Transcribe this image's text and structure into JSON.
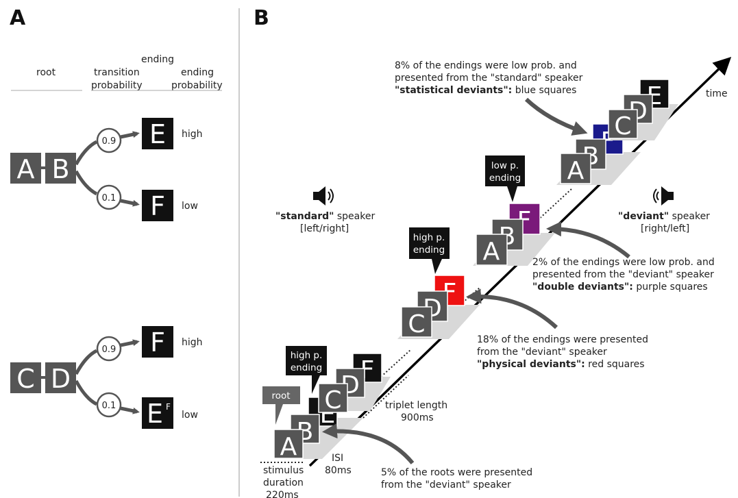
{
  "panels": {
    "a": "A",
    "b": "B"
  },
  "panel_a": {
    "col_root": "root",
    "col_transition": [
      "transition",
      "probability"
    ],
    "col_ending_top": "ending",
    "col_ending": [
      "ending",
      "probability"
    ],
    "tree1": {
      "root": [
        "A",
        "B"
      ],
      "p_high": "0.9",
      "p_low": "0.1",
      "end_high": "E",
      "end_low": "F",
      "lbl_high": "high",
      "lbl_low": "low"
    },
    "tree2": {
      "root": [
        "C",
        "D"
      ],
      "p_high": "0.9",
      "p_low": "0.1",
      "end_high": "F",
      "end_low": "E",
      "end_low_small": "F",
      "lbl_high": "high",
      "lbl_low": "low"
    }
  },
  "panel_b": {
    "time_label": "time",
    "standard_speaker": {
      "name": "\"standard\"",
      "rest": " speaker",
      "side": "[left/right]"
    },
    "deviant_speaker": {
      "name": "\"deviant\"",
      "rest": " speaker",
      "side": "[right/left]"
    },
    "bubbles": {
      "root": "root",
      "high1": [
        "high p.",
        "ending"
      ],
      "high2": [
        "high p.",
        "ending"
      ],
      "low": [
        "low p.",
        "ending"
      ]
    },
    "triplets": [
      {
        "letters": [
          "A",
          "B",
          "E"
        ]
      },
      {
        "letters": [
          "C",
          "D",
          "F"
        ]
      },
      {
        "letters": [
          "C",
          "D",
          "F"
        ]
      },
      {
        "letters": [
          "A",
          "B",
          "F"
        ]
      },
      {
        "letters": [
          "A",
          "B",
          "F"
        ]
      },
      {
        "letters": [
          "C",
          "D",
          "E"
        ]
      }
    ],
    "annotations": {
      "statistical": [
        "8% of the endings were low prob. and",
        "presented from the \"standard\" speaker",
        "\"statistical deviants\":",
        " blue squares"
      ],
      "double": [
        "2% of the endings were low prob. and",
        "presented from the \"deviant\" speaker",
        "\"double deviants\":",
        " purple squares"
      ],
      "physical": [
        "18% of the endings were presented",
        "from the \"deviant\" speaker",
        "\"physical deviants\":",
        " red squares"
      ],
      "roots": [
        "5% of the roots were presented",
        "from the \"deviant\" speaker"
      ]
    },
    "timing": {
      "triplet": [
        "triplet length",
        "900ms"
      ],
      "isi": [
        "ISI",
        "80ms"
      ],
      "stimulus": [
        "stimulus",
        "duration",
        "220ms"
      ]
    },
    "colors": {
      "grey": "#555555",
      "black": "#111111",
      "blue": "#1a1a8c",
      "purple": "#7a1a7a",
      "red": "#ee1111",
      "shadow": "#d8d8d8"
    }
  }
}
